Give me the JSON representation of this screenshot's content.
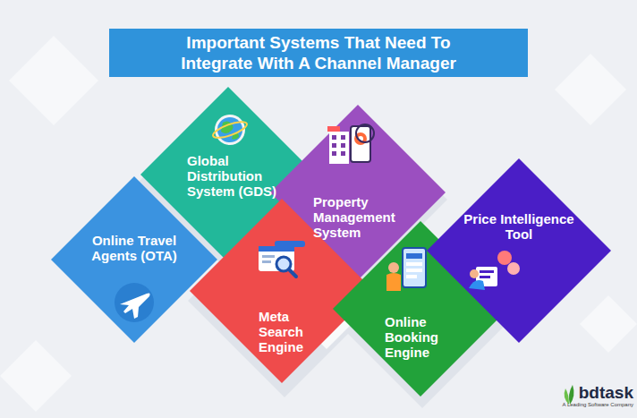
{
  "diagram": {
    "title": "Important Systems That Need To Integrate With A Channel Manager",
    "nodes": [
      {
        "text": [
          "Online Travel Agents (OTA)"
        ]
      },
      {
        "text": [
          "Global Distribution System (GDS)"
        ]
      },
      {
        "text": [
          "Meta Search Engine"
        ]
      },
      {
        "text": [
          "Property Management System"
        ]
      },
      {
        "text": [
          "Online Booking Engine"
        ]
      },
      {
        "text": [
          "Price Intelligence Tool"
        ]
      }
    ],
    "labels": [
      "bdtask",
      "A Leading Software Company"
    ]
  }
}
